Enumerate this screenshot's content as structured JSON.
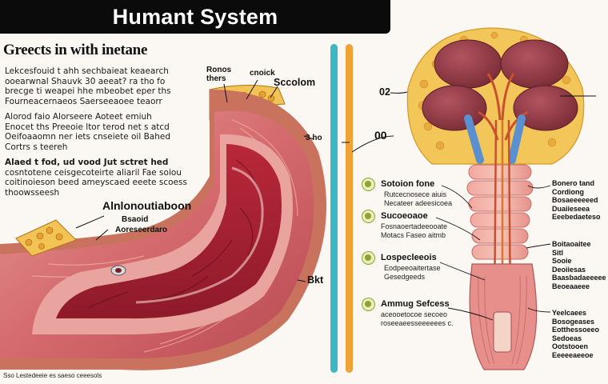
{
  "title": "Humant System",
  "heading": "Greects in with inetane",
  "paragraphs": [
    [
      "Lekcesfouid t ahh sechbaieat keaearch",
      "ooearwnal Shauvk 30 aeeat? ra tho fo",
      "brecge ti weapei hhe mbeobet eper ths",
      "Fourneacernaeos Saerseeaoee teaorr"
    ],
    [
      "Alorod faio Alorseere Aoteet emiuh",
      "Enocet ths Preeoie ltor terod net s atcd",
      "Oeifoaaomn ner iets cnseiete oil Bahed",
      "Cortrs s teereh"
    ],
    [
      "Alaed t fod, ud vood Jut sctret hed",
      "cosntotene ceisgecoteirte aliaril Fae soiou",
      "coitinoieson beed ameyscaed eeete scoess",
      "thoowsseesh"
    ]
  ],
  "stomach_labels": {
    "top_left": [
      "Ronos",
      "thers"
    ],
    "top_mid": "cnoick",
    "top_right": "Sccolom",
    "mid_a": "Alnlonoutiaboon",
    "mid_b": "Bsaoid",
    "mid_c": "Aoreseerdaro",
    "mid_right": "3 ho",
    "bottom_right": "Bkt"
  },
  "center_labels": {
    "upper": "02",
    "lower": "00"
  },
  "steps": [
    {
      "title": "Sotoion fone",
      "desc": [
        "Rutcecnosece aiuis",
        "Necateer adeesicoea"
      ]
    },
    {
      "title": "Sucoeoaoe",
      "desc": [
        "Fosnaoertadeeooate",
        "Motacs Faseo aitmb"
      ]
    },
    {
      "title": "Lospecleeois",
      "desc": [
        "Eodpeeoaitertase",
        "Gesedgeeds"
      ]
    },
    {
      "title": "Ammug Sefcess",
      "desc": [
        "aceooetocoe secoeo",
        "roseeaeesseeeeees c."
      ]
    }
  ],
  "right_lists": [
    [
      "Bonero tand",
      "Cordiong",
      "Bosaeeeeeed",
      "Duaiieseea",
      "Eeebedaeteso"
    ],
    [
      "Boitaoaitee",
      "Sitl",
      "Sooie",
      "Deoiiesas",
      "Baasbadaeeeee",
      "Beoeaaeee"
    ],
    [
      "Yeelcaees",
      "Bosogeases",
      "Eotthessoeeo",
      "Sedoeas",
      "Ootstooen",
      "Eeeeeaeeoe"
    ]
  ],
  "footer": "Sso Lestedeeie es saeso ceeesols",
  "colors": {
    "title_bg": "#0b0b0b",
    "cyan_bar": "#3db7c4",
    "orange_bar": "#efa336",
    "muscle": "#c7565f",
    "kidney": "#8e3a44",
    "ureter": "#5a8fd0",
    "fat": "#f2c456"
  }
}
